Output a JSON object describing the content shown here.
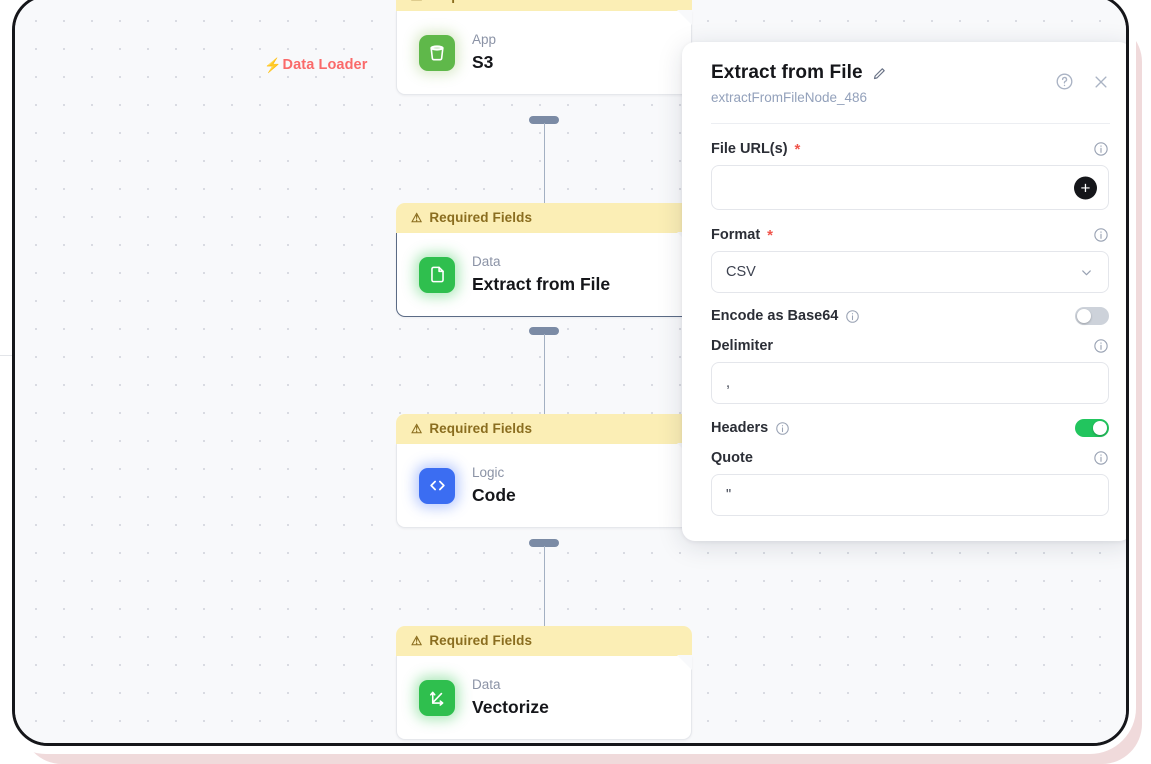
{
  "canvas": {
    "group_tag": {
      "label": "Data Loader",
      "icon": "lightning-bolt-icon",
      "color": "#fa6a6a"
    },
    "banner_text": "Required Fields",
    "banner_icon": "warning-triangle-icon",
    "nodes": [
      {
        "kind": "App",
        "title": "S3",
        "icon": "s3-bucket-icon",
        "selected": false
      },
      {
        "kind": "Data",
        "title": "Extract from File",
        "icon": "document-icon",
        "selected": true
      },
      {
        "kind": "Logic",
        "title": "Code",
        "icon": "code-brackets-icon",
        "selected": false
      },
      {
        "kind": "Data",
        "title": "Vectorize",
        "icon": "vector-arrows-icon",
        "selected": false
      }
    ]
  },
  "panel": {
    "title": "Extract from File",
    "subtitle": "extractFromFileNode_486",
    "edit_icon": "pencil-icon",
    "help_icon": "help-circle-icon",
    "close_icon": "close-icon",
    "fields": {
      "file_urls": {
        "label": "File URL(s)",
        "required": "*",
        "value": "",
        "add_button": "+",
        "info_icon": "info-icon"
      },
      "format": {
        "label": "Format",
        "required": "*",
        "value": "CSV",
        "chevron": "chevron-down-icon",
        "info_icon": "info-icon"
      },
      "encode_base64": {
        "label": "Encode as Base64",
        "state": "off",
        "info_icon": "info-icon"
      },
      "delimiter": {
        "label": "Delimiter",
        "value": ",",
        "info_icon": "info-icon"
      },
      "headers": {
        "label": "Headers",
        "state": "on",
        "info_icon": "info-icon"
      },
      "quote": {
        "label": "Quote",
        "value": "\"",
        "info_icon": "info-icon"
      }
    }
  },
  "colors": {
    "accent_green": "#22c55e",
    "warning_banner": "#fbeeb5",
    "required_red": "#f0544a",
    "tag_red": "#fa6a6a"
  }
}
